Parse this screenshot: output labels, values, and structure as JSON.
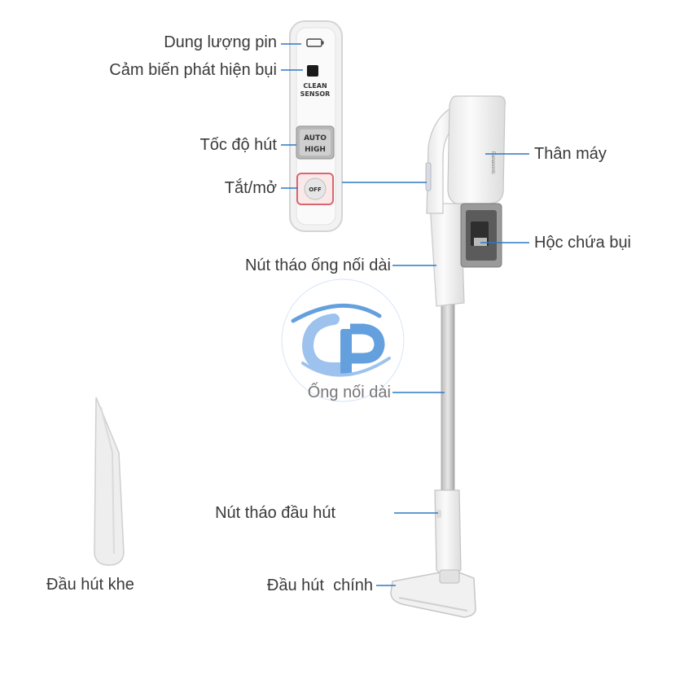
{
  "labels": {
    "battery": "Dung lượng pin",
    "dust_sensor": "Cảm biến phát hiện bụi",
    "suction_speed": "Tốc độ hút",
    "power": "Tắt/mở",
    "body": "Thân máy",
    "dust_box": "Hộc chứa bụi",
    "pipe_release": "Nút tháo ống nối dài",
    "extension_pipe": "Ống nối dài",
    "nozzle_release": "Nút tháo đầu hút",
    "crevice_nozzle": "Đầu hút khe",
    "main_nozzle": "Đầu hút  chính"
  },
  "panel": {
    "clean": "CLEAN",
    "sensor": "SENSOR",
    "auto": "AUTO",
    "high": "HIGH",
    "off": "OFF"
  },
  "brand_text": "Panasonic",
  "watermark_icon": "gp-logo-icon",
  "colors": {
    "leader_line": "#2f78c4",
    "device_white": "#f4f4f4",
    "pipe_gray": "#c9c9c9",
    "watermark_blue": "#4a8fd9"
  }
}
